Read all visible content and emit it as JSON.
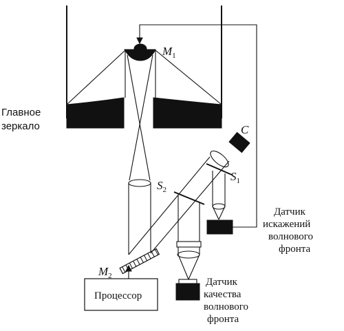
{
  "labels": {
    "primary_mirror": [
      "Главное",
      "зеркало"
    ],
    "m1": {
      "main": "M",
      "sub": "1"
    },
    "m2": {
      "main": "M",
      "sub": "2"
    },
    "s1": {
      "main": "S",
      "sub": "1"
    },
    "s2": {
      "main": "S",
      "sub": "2"
    },
    "camera": "C",
    "distortion_sensor": [
      "Датчик",
      "искажений",
      "волнового",
      "фронта"
    ],
    "quality_sensor": [
      "Датчик",
      "качества",
      "волнового",
      "фронта"
    ],
    "processor": "Процессор"
  }
}
